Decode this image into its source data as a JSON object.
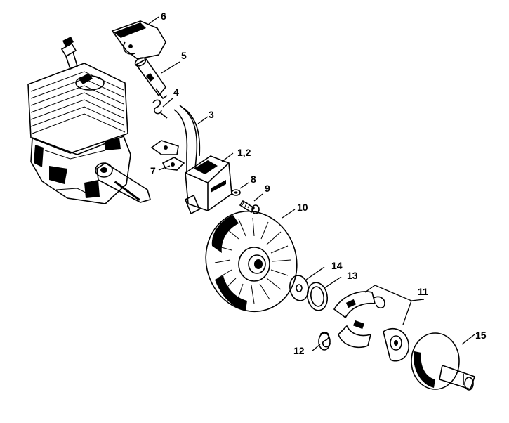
{
  "diagram": {
    "parts": [
      {
        "id": "p6",
        "label": "6"
      },
      {
        "id": "p5",
        "label": "5"
      },
      {
        "id": "p4",
        "label": "4"
      },
      {
        "id": "p3",
        "label": "3"
      },
      {
        "id": "p12a",
        "label": "1,2"
      },
      {
        "id": "p7",
        "label": "7"
      },
      {
        "id": "p8",
        "label": "8"
      },
      {
        "id": "p9",
        "label": "9"
      },
      {
        "id": "p10",
        "label": "10"
      },
      {
        "id": "p14",
        "label": "14"
      },
      {
        "id": "p13",
        "label": "13"
      },
      {
        "id": "p11",
        "label": "11"
      },
      {
        "id": "p12",
        "label": "12"
      },
      {
        "id": "p15",
        "label": "15"
      }
    ]
  }
}
